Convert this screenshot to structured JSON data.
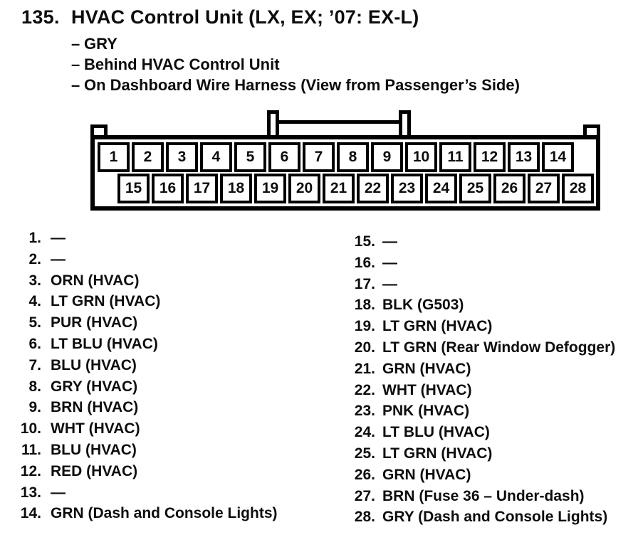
{
  "colors": {
    "ink": "#0d0d0d",
    "paper": "#ffffff",
    "line": "#000000"
  },
  "header": {
    "number": "135.",
    "title": "HVAC Control Unit (LX, EX; ’07: EX-L)",
    "bullet_marker": "–",
    "bullets": [
      "GRY",
      "Behind HVAC Control Unit",
      "On Dashboard Wire Harness (View from Passenger’s Side)"
    ]
  },
  "connector": {
    "top_row": [
      "1",
      "2",
      "3",
      "4",
      "5",
      "6",
      "7",
      "8",
      "9",
      "10",
      "11",
      "12",
      "13",
      "14"
    ],
    "bottom_row": [
      "15",
      "16",
      "17",
      "18",
      "19",
      "20",
      "21",
      "22",
      "23",
      "24",
      "25",
      "26",
      "27",
      "28"
    ]
  },
  "pins": {
    "left": [
      {
        "num": "1.",
        "label": "—"
      },
      {
        "num": "2.",
        "label": "—"
      },
      {
        "num": "3.",
        "label": "ORN (HVAC)"
      },
      {
        "num": "4.",
        "label": "LT GRN (HVAC)"
      },
      {
        "num": "5.",
        "label": "PUR (HVAC)"
      },
      {
        "num": "6.",
        "label": "LT BLU (HVAC)"
      },
      {
        "num": "7.",
        "label": "BLU (HVAC)"
      },
      {
        "num": "8.",
        "label": "GRY (HVAC)"
      },
      {
        "num": "9.",
        "label": "BRN (HVAC)"
      },
      {
        "num": "10.",
        "label": "WHT (HVAC)"
      },
      {
        "num": "11.",
        "label": "BLU (HVAC)"
      },
      {
        "num": "12.",
        "label": "RED (HVAC)"
      },
      {
        "num": "13.",
        "label": "—"
      },
      {
        "num": "14.",
        "label": "GRN (Dash and Console Lights)"
      }
    ],
    "right": [
      {
        "num": "15.",
        "label": "—"
      },
      {
        "num": "16.",
        "label": "—"
      },
      {
        "num": "17.",
        "label": "—"
      },
      {
        "num": "18.",
        "label": "BLK (G503)"
      },
      {
        "num": "19.",
        "label": "LT GRN (HVAC)"
      },
      {
        "num": "20.",
        "label": "LT GRN (Rear Window Defogger)"
      },
      {
        "num": "21.",
        "label": "GRN (HVAC)"
      },
      {
        "num": "22.",
        "label": "WHT (HVAC)"
      },
      {
        "num": "23.",
        "label": "PNK (HVAC)"
      },
      {
        "num": "24.",
        "label": "LT BLU (HVAC)"
      },
      {
        "num": "25.",
        "label": "LT GRN (HVAC)"
      },
      {
        "num": "26.",
        "label": "GRN (HVAC)"
      },
      {
        "num": "27.",
        "label": "BRN (Fuse 36 – Under-dash)"
      },
      {
        "num": "28.",
        "label": "GRY (Dash and Console Lights)"
      }
    ]
  }
}
